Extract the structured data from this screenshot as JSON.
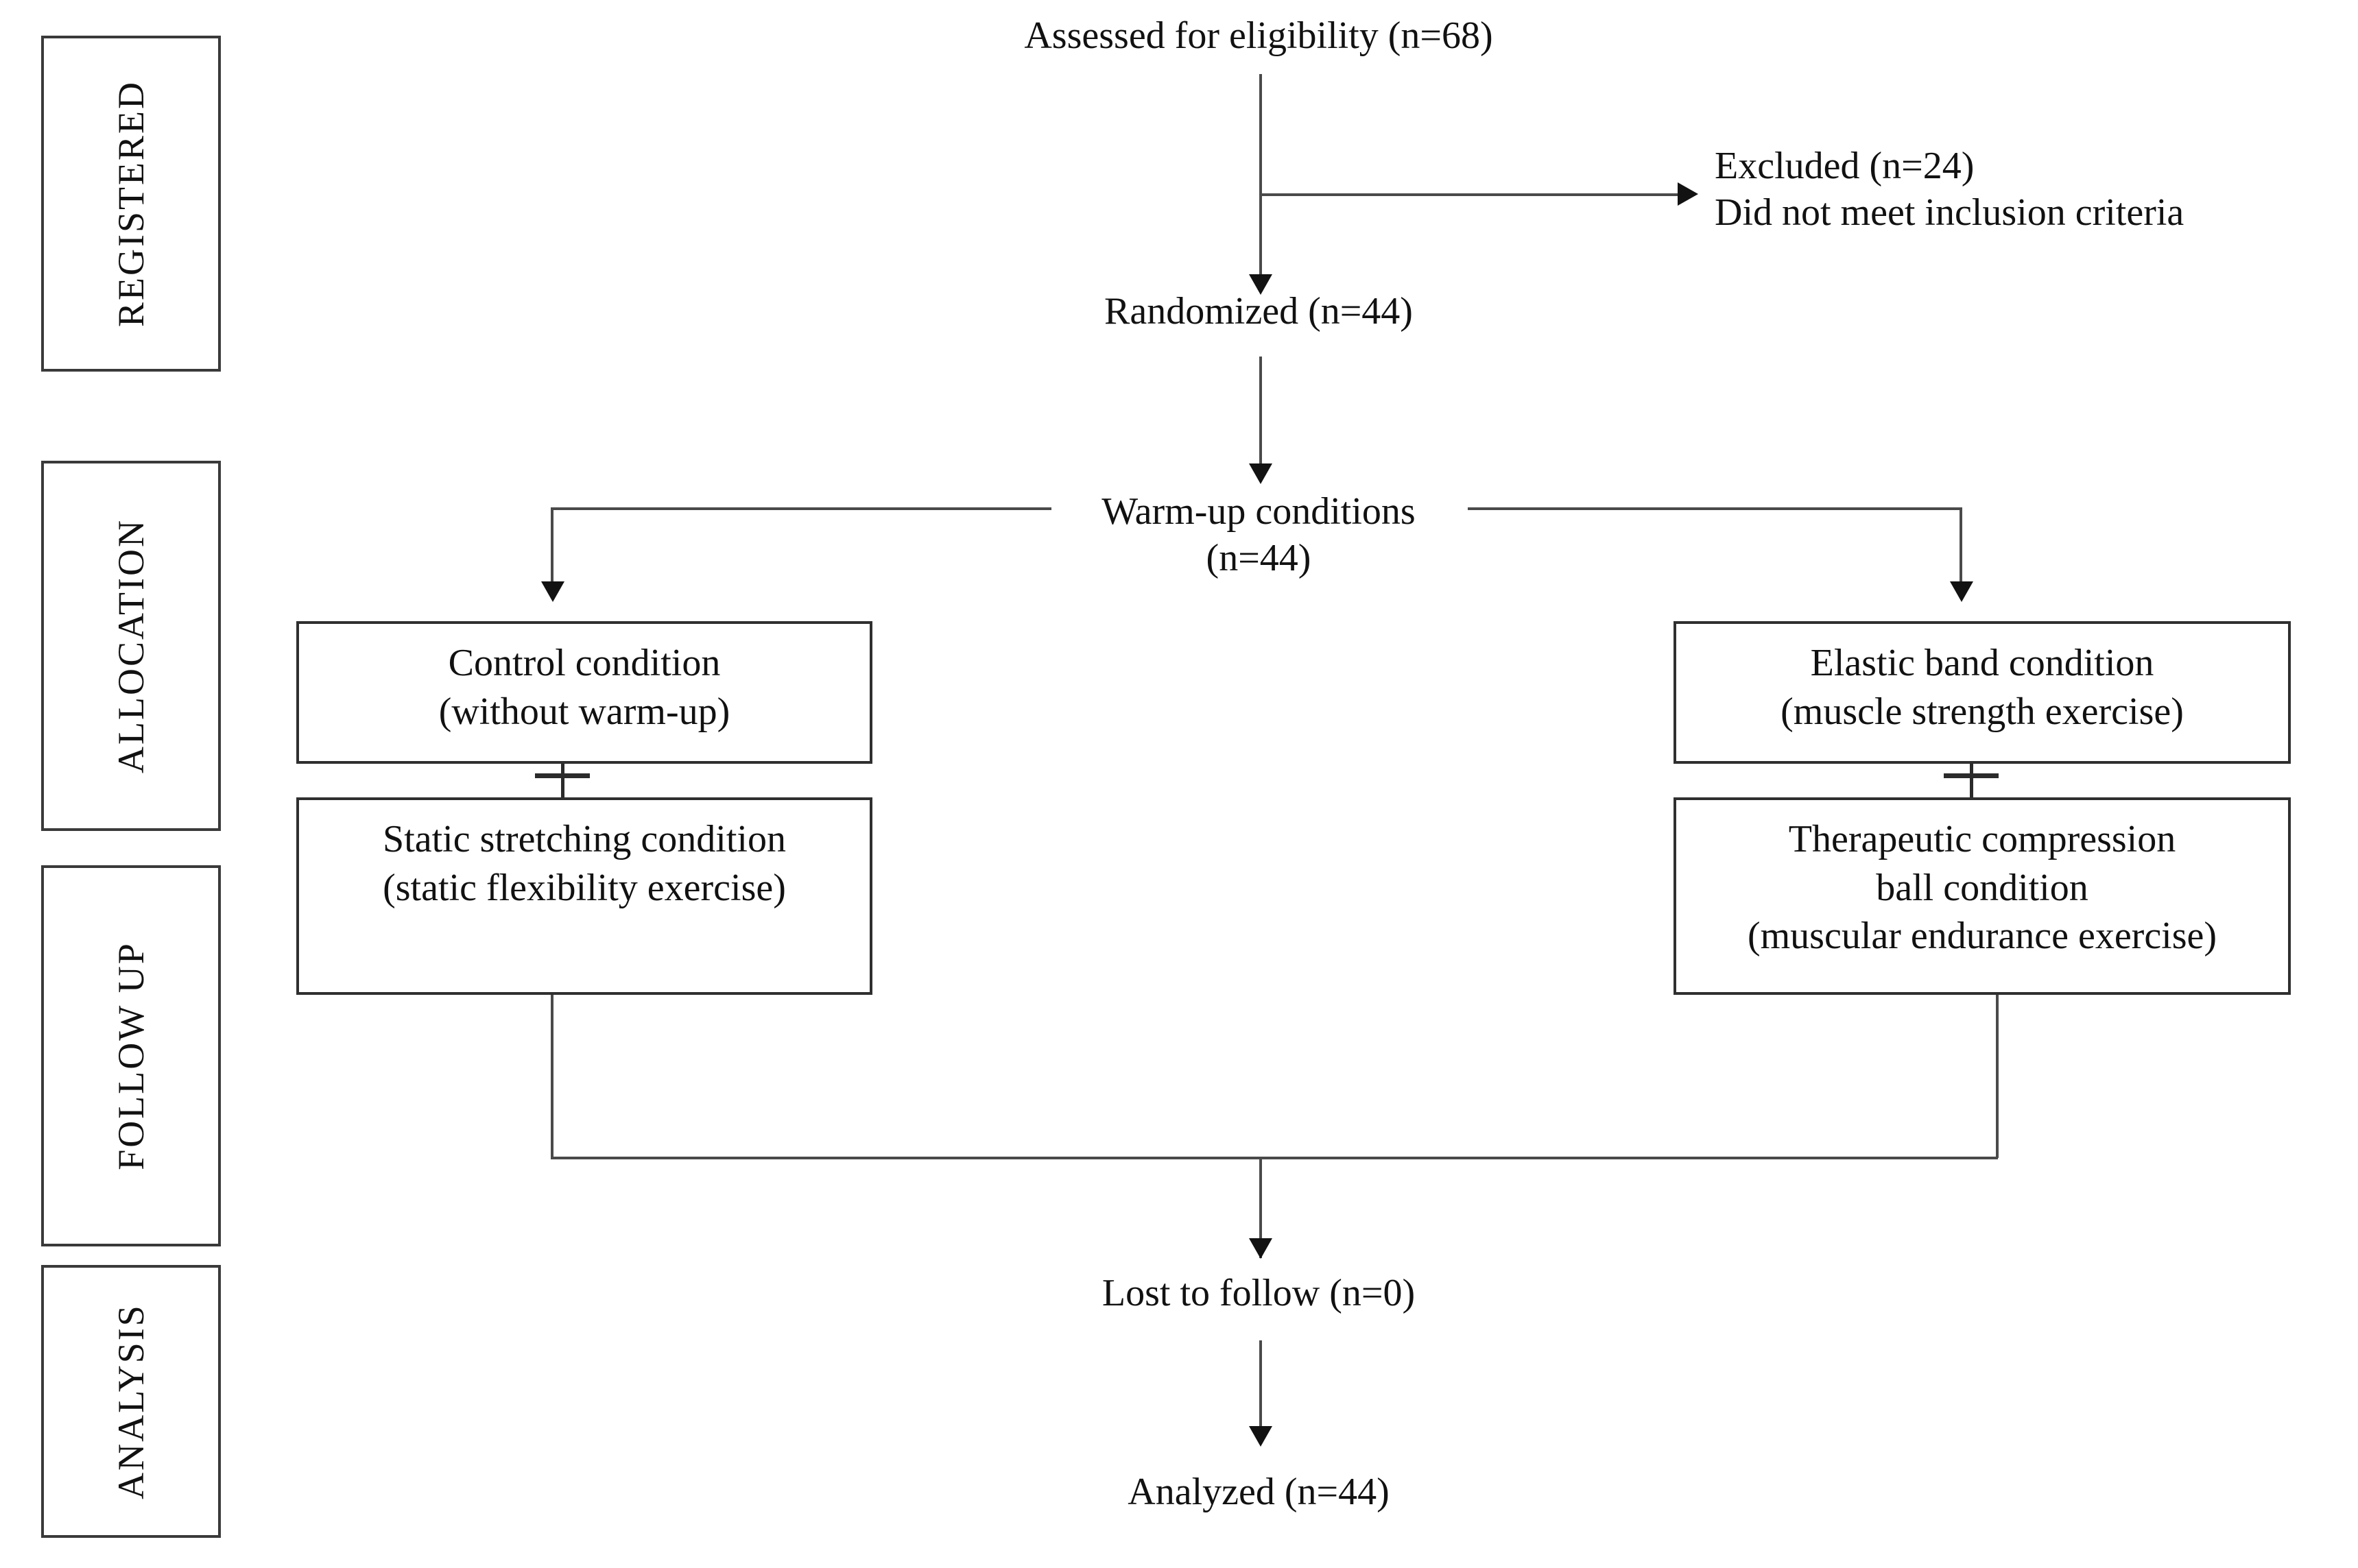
{
  "diagram": {
    "title": "CONSORT participant flow diagram",
    "accent_color": "#111111",
    "line_color": "#4a4a4a",
    "border_color": "#2f2f2f",
    "background": "#ffffff"
  },
  "phases": [
    {
      "label": "REGISTERED"
    },
    {
      "label": "ALLOCATION"
    },
    {
      "label": "FOLLOW UP"
    },
    {
      "label": "ANALYSIS"
    }
  ],
  "nodes": {
    "assessed": "Assessed for eligibility (n=68)",
    "excluded": "Excluded (n=24)\nDid not meet inclusion criteria",
    "randomized": "Randomized (n=44)",
    "warmup": "Warm-up conditions\n(n=44)",
    "control": "Control condition\n(without warm-up)",
    "static_stretching": "Static stretching condition\n(static flexibility exercise)",
    "elastic_band": "Elastic band condition\n(muscle strength exercise)",
    "compression_ball": "Therapeutic compression\nball condition\n(muscular endurance exercise)",
    "lost_to_follow": "Lost to follow (n=0)",
    "analyzed": "Analyzed (n=44)"
  },
  "counts": {
    "assessed_n": 68,
    "excluded_n": 24,
    "randomized_n": 44,
    "warmup_n": 44,
    "lost_to_follow_n": 0,
    "analyzed_n": 44
  }
}
